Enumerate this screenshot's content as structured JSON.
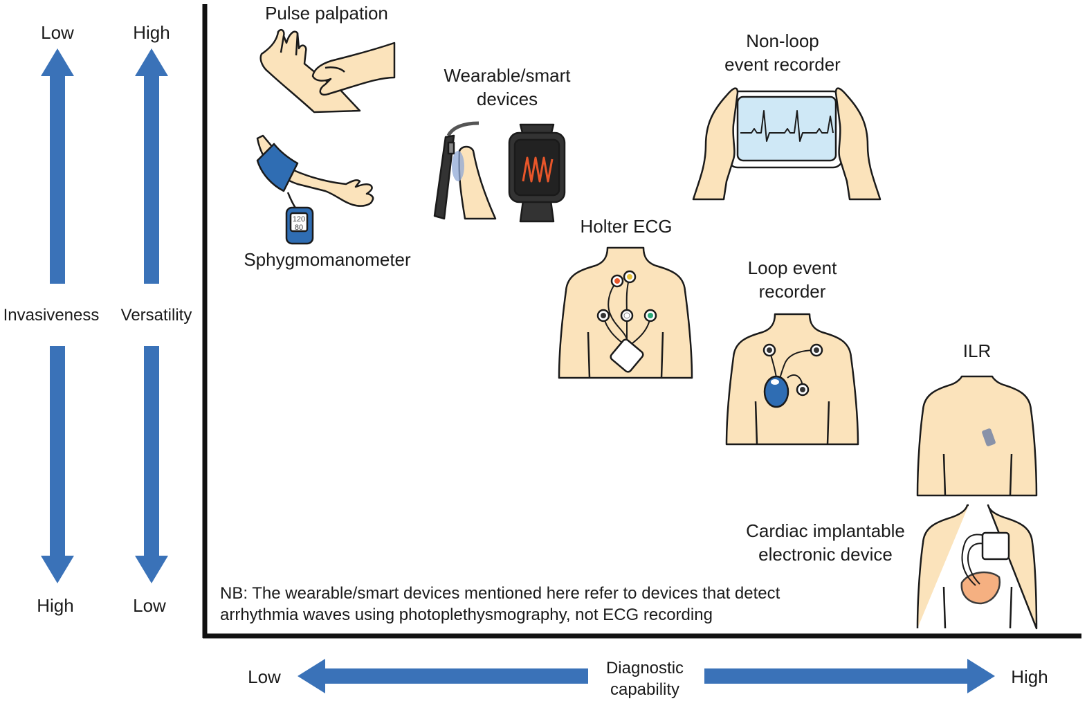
{
  "left_axes": {
    "invasiveness": {
      "label": "Invasiveness",
      "top": "Low",
      "bottom": "High"
    },
    "versatility": {
      "label": "Versatility",
      "top": "High",
      "bottom": "Low"
    }
  },
  "bottom_axis": {
    "label": "Diagnostic\ncapability",
    "left": "Low",
    "right": "High"
  },
  "devices": {
    "pulse_palpation": "Pulse palpation",
    "sphygmomanometer": "Sphygmomanometer",
    "sphygmo_display_top": "120",
    "sphygmo_display_bottom": "80",
    "wearable": "Wearable/smart\ndevices",
    "non_loop": "Non-loop\nevent recorder",
    "holter": "Holter ECG",
    "loop": "Loop event\nrecorder",
    "ilr": "ILR",
    "cied": "Cardiac implantable\nelectronic device"
  },
  "note": "NB: The wearable/smart devices mentioned here refer to devices that detect\narrhythmia waves using photoplethysmography, not ECG recording",
  "colors": {
    "arrow_blue": "#3a72b8",
    "skin": "#fbe3bb",
    "outline": "#1a1a1a",
    "device_blue": "#2f6db3",
    "screen_blue": "#cfe8f6",
    "wave_orange": "#e8562a",
    "pocket_orange": "#f4a36c"
  }
}
